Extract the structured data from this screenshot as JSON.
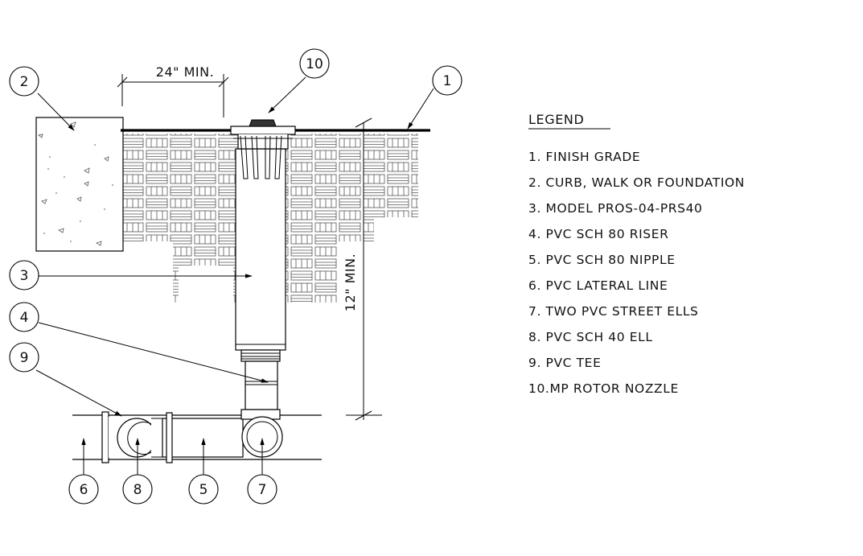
{
  "dimensions": {
    "horizontal": "24\" MIN.",
    "vertical": "12\" MIN."
  },
  "callouts": {
    "c1": "1",
    "c2": "2",
    "c3": "3",
    "c4": "4",
    "c5": "5",
    "c6": "6",
    "c7": "7",
    "c8": "8",
    "c9": "9",
    "c10": "10"
  },
  "legend": {
    "title": "LEGEND",
    "items": [
      "1. FINISH GRADE",
      "2. CURB, WALK OR FOUNDATION",
      "3. MODEL PROS-04-PRS40",
      "4. PVC SCH 80 RISER",
      "5. PVC SCH 80 NIPPLE",
      "6. PVC LATERAL LINE",
      "7. TWO PVC STREET ELLS",
      "8. PVC SCH 40 ELL",
      "9. PVC TEE",
      "10.MP ROTOR NOZZLE"
    ]
  }
}
